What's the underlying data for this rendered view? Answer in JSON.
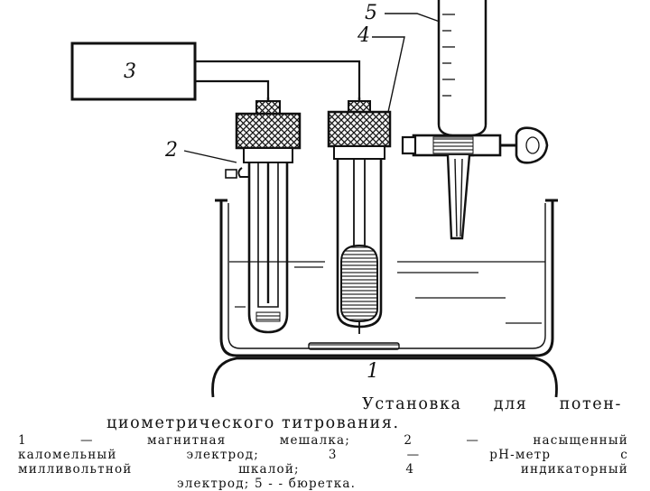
{
  "labels": {
    "stirrer": "1",
    "calomel_electrode": "2",
    "ph_meter": "3",
    "indicator_electrode": "4",
    "burette": "5"
  },
  "caption": {
    "title_line1": "Установка для потен-",
    "title_line2": "циометрического титрования.",
    "legend_line1": "1 — магнитная мешалка; 2 — насыщенный",
    "legend_line2": "каломельный электрод; 3 — pH-метр с",
    "legend_line3": "милливольтной шкалой; 4 индикаторный",
    "legend_line4": "электрод; 5 - - бюретка."
  }
}
